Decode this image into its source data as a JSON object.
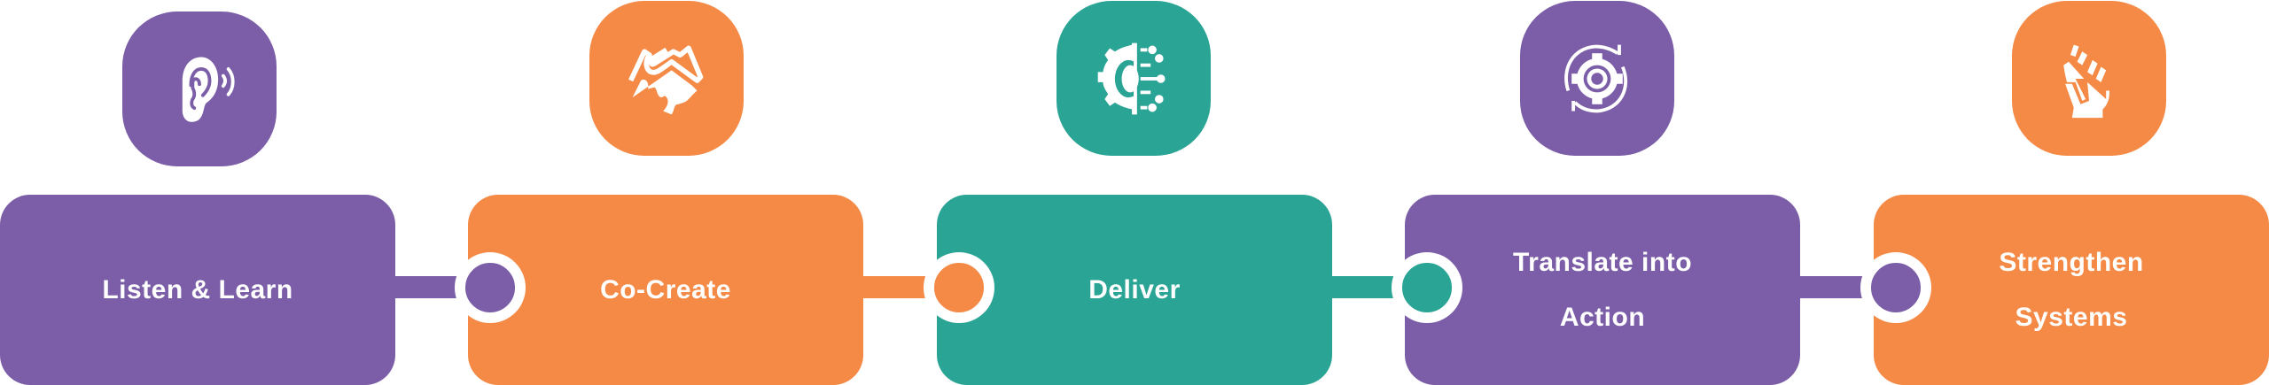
{
  "colors": {
    "purple": "#7B5EA7",
    "orange": "#F48A46",
    "teal": "#2AA494"
  },
  "steps": [
    {
      "label": "Listen & Learn",
      "icon": "ear-icon",
      "color": "purple"
    },
    {
      "label": "Co-Create",
      "icon": "handshake-icon",
      "color": "orange"
    },
    {
      "label": "Deliver",
      "icon": "gear-circuit-icon",
      "color": "teal"
    },
    {
      "label": "Translate into Action",
      "icon": "gear-cycle-icon",
      "color": "purple"
    },
    {
      "label": "Strengthen Systems",
      "icon": "raised-fist-icon",
      "color": "orange"
    }
  ]
}
